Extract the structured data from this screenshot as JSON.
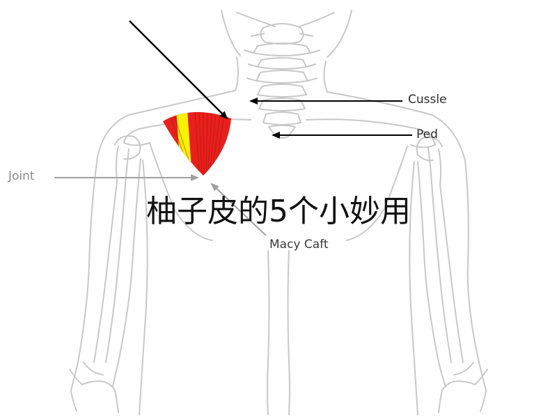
{
  "caption": "柚子皮的5个小妙用",
  "labels": {
    "cussle": "Cussle",
    "ped": "Ped",
    "joint": "Joint",
    "macy": "Macy Caft"
  },
  "colors": {
    "muscle_red": "#e8201c",
    "muscle_yellow": "#f6f200",
    "outline_gray": "#c8c8c8",
    "arrow_black": "#000000",
    "arrow_gray": "#a0a0a0"
  }
}
